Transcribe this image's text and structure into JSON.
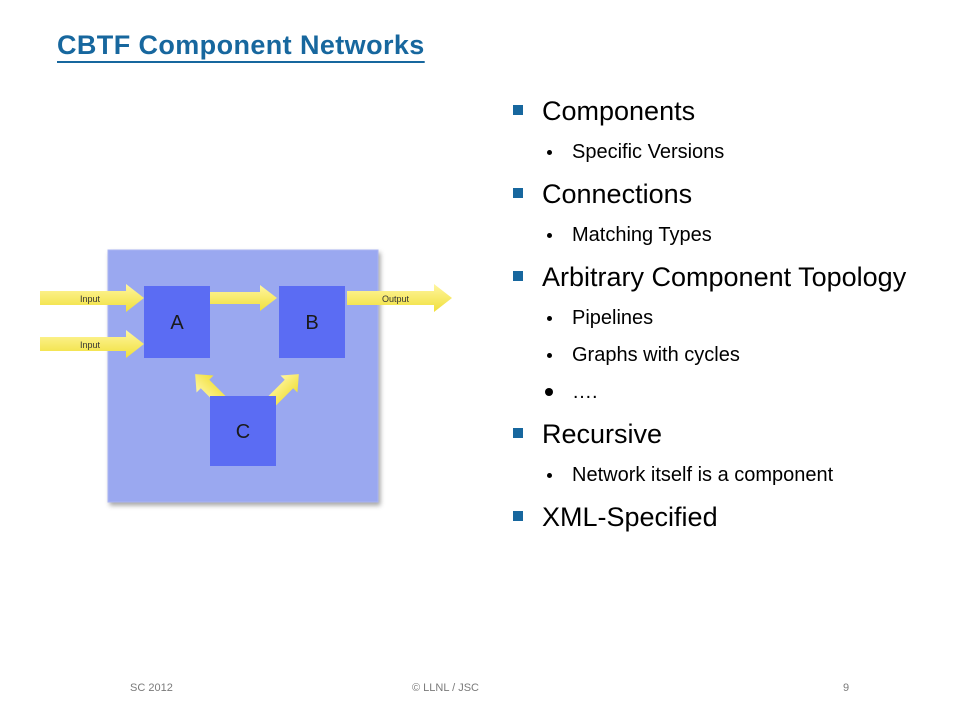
{
  "slide": {
    "title": "CBTF Component Networks",
    "colors": {
      "accent": "#17679e",
      "network_bg": "#9aa8f0",
      "component": "#5b6cf3",
      "arrow": "#f5ea5e"
    }
  },
  "diagram": {
    "inputs": [
      "Input",
      "Input"
    ],
    "output": "Output",
    "components": [
      "A",
      "B",
      "C"
    ]
  },
  "bullets": [
    {
      "text": "Components",
      "subs": [
        "Specific Versions"
      ]
    },
    {
      "text": "Connections",
      "subs": [
        "Matching Types"
      ]
    },
    {
      "text": "Arbitrary Component Topology",
      "subs": [
        "Pipelines",
        "Graphs with cycles",
        "…."
      ]
    },
    {
      "text": "Recursive",
      "subs": [
        "Network itself is a component"
      ]
    },
    {
      "text": "XML-Specified",
      "subs": []
    }
  ],
  "footer": {
    "left": "SC 2012",
    "center": "© LLNL  / JSC",
    "page": "9"
  }
}
